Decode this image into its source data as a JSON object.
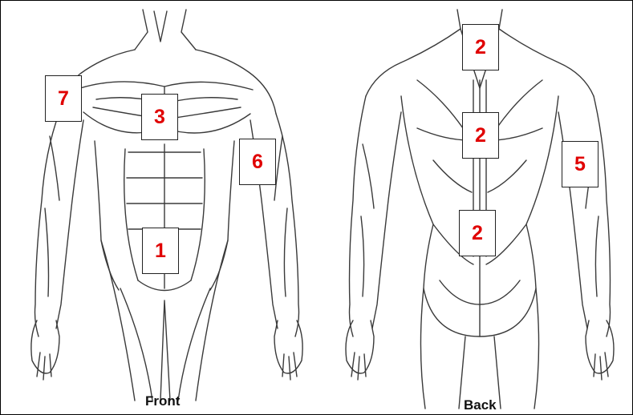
{
  "figure": {
    "captions": {
      "front": "Front",
      "back": "Back"
    },
    "front_labels": [
      {
        "region": "shoulder",
        "number": "7"
      },
      {
        "region": "chest",
        "number": "3"
      },
      {
        "region": "arm",
        "number": "6"
      },
      {
        "region": "abdomen",
        "number": "1"
      }
    ],
    "back_labels": [
      {
        "region": "upper-back",
        "number": "2"
      },
      {
        "region": "mid-back",
        "number": "2"
      },
      {
        "region": "lower-back",
        "number": "2"
      },
      {
        "region": "arm",
        "number": "5"
      }
    ],
    "colors": {
      "label_text": "#e00000",
      "line_art": "#3a3a3a"
    }
  }
}
